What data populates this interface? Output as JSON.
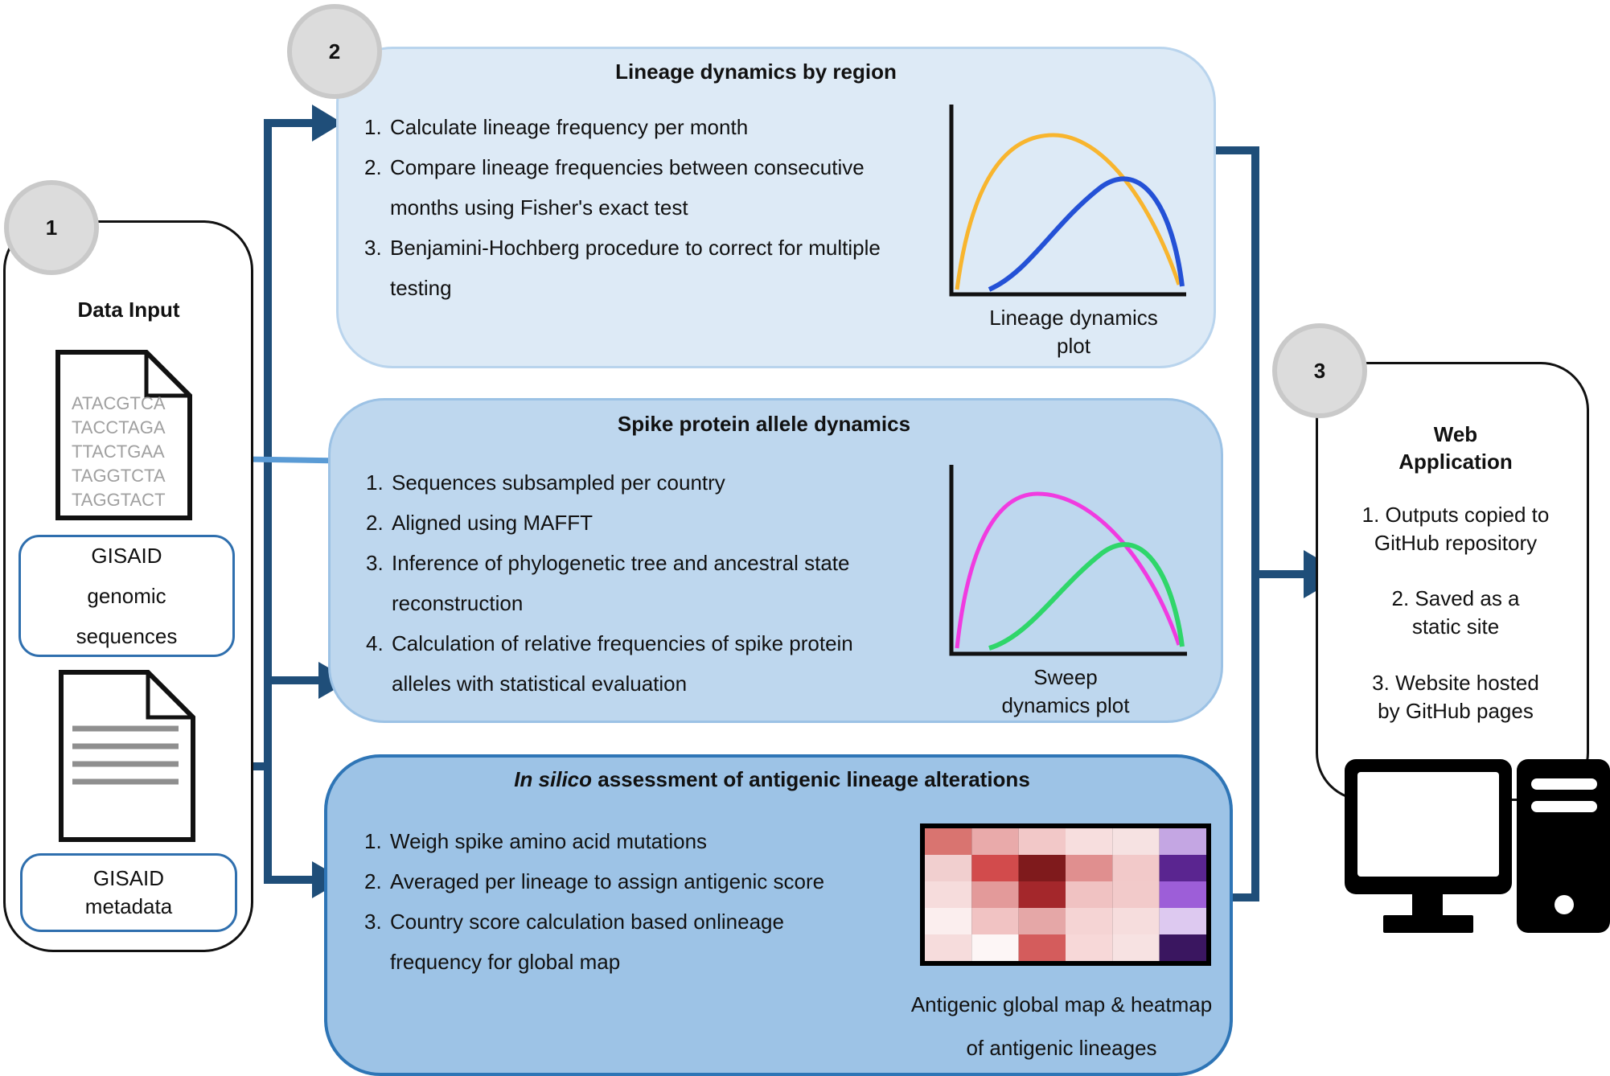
{
  "data_input": {
    "badge": "1",
    "title": "Data Input",
    "sequence_lines": [
      "ATACGTCA",
      "TACCTAGA",
      "TTACTGAA",
      "TAGGTCTA",
      "TAGGTACT"
    ],
    "genomic_box": [
      "GISAID",
      "genomic",
      "sequences"
    ],
    "metadata_box": [
      "GISAID",
      "metadata"
    ]
  },
  "lineage": {
    "badge": "2",
    "title": "Lineage dynamics by region",
    "steps": [
      {
        "n": "1.",
        "text": "Calculate lineage frequency per month"
      },
      {
        "n": "2.",
        "text": "Compare lineage frequencies between consecutive months using Fisher's exact test"
      },
      {
        "n": "3.",
        "text": "Benjamini-Hochberg procedure to correct for multiple testing"
      }
    ],
    "caption": [
      "Lineage dynamics",
      "plot"
    ],
    "colors": {
      "series_a": "#f8b52e",
      "series_b": "#2451d6"
    }
  },
  "spike": {
    "title": "Spike protein allele dynamics",
    "steps": [
      {
        "n": "1.",
        "text": "Sequences subsampled per country"
      },
      {
        "n": "2.",
        "text": "Aligned using MAFFT"
      },
      {
        "n": "3.",
        "text": "Inference of phylogenetic tree and ancestral state reconstruction"
      },
      {
        "n": "4.",
        "text": "Calculation of relative frequencies of spike protein alleles with statistical evaluation"
      }
    ],
    "caption": [
      "Sweep",
      "dynamics plot"
    ],
    "colors": {
      "series_a": "#f03be0",
      "series_b": "#2fd66a"
    }
  },
  "antigenic": {
    "title_italic": "In silico",
    "title_rest": " assessment of antigenic lineage alterations",
    "steps": [
      {
        "n": "1.",
        "text": "Weigh spike amino acid mutations"
      },
      {
        "n": "2.",
        "text": "Averaged per lineage to assign antigenic score"
      },
      {
        "n": "3.",
        "text": "Country score calculation based onlineage frequency for global map"
      }
    ],
    "caption": [
      "Antigenic global map & heatmap",
      "of antigenic lineages"
    ],
    "heatmap": [
      [
        "#d97470",
        "#e9aaaa",
        "#f2c8c8",
        "#f7dede",
        "#f6e2e2",
        "#c4a6e3"
      ],
      [
        "#f1cfcf",
        "#d24b4c",
        "#7f1a1c",
        "#e08f8f",
        "#f2c9c9",
        "#5a2590"
      ],
      [
        "#f6dcdc",
        "#e39a9a",
        "#a4272b",
        "#f0c2c2",
        "#f2caca",
        "#9d5ed8"
      ],
      [
        "#fbeeee",
        "#f1c3c3",
        "#e5a7a7",
        "#f5d4d4",
        "#f6dddd",
        "#ddc9f0"
      ],
      [
        "#f6dcdc",
        "#fdf6f6",
        "#d45c5c",
        "#f7d8d8",
        "#f7e2e2",
        "#3a1660"
      ]
    ]
  },
  "web_app": {
    "badge": "3",
    "title": [
      "Web",
      "Application"
    ],
    "items": [
      [
        "1. Outputs copied to",
        "GitHub repository"
      ],
      [
        "2. Saved as a",
        "static site"
      ],
      [
        "3. Website hosted",
        "by GitHub pages"
      ]
    ]
  },
  "colors": {
    "arrow_dark": "#1f4e79",
    "arrow_light": "#5a9bd5",
    "panel1_fill": "#ddeaf6",
    "panel1_border": "#b9d4ed",
    "panel2_fill": "#bed7ee",
    "panel2_border": "#9cc2e5",
    "panel3_fill": "#9dc3e6",
    "panel3_border": "#2e75b6"
  }
}
